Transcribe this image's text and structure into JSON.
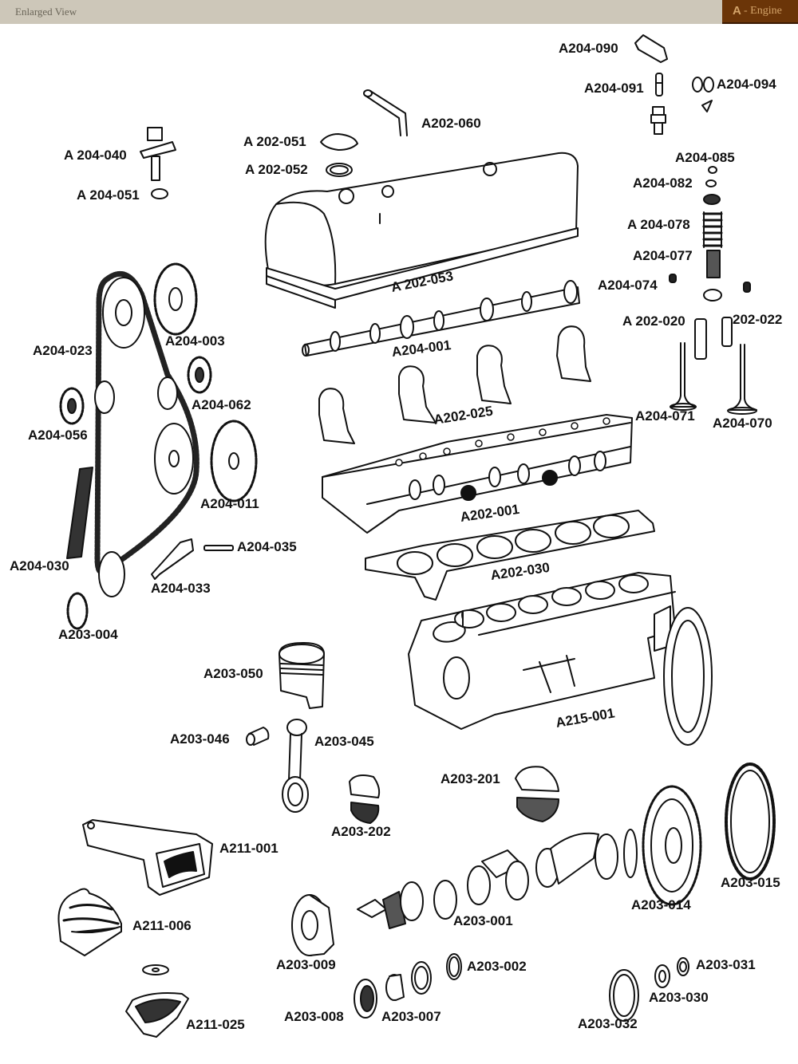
{
  "header": {
    "title": "Enlarged View",
    "section_letter": "A",
    "section_name": " - Engine"
  },
  "colors": {
    "header_bg": "#cdc7b9",
    "section_tab_bg": "#6b3508",
    "section_tab_text": "#d4a46a"
  },
  "parts": [
    {
      "id": "A204-090",
      "label": "A204-090",
      "name": "rocker-arm"
    },
    {
      "id": "A204-091",
      "label": "A204-091",
      "name": "rocker-pin"
    },
    {
      "id": "A204-094",
      "label": "A204-094",
      "name": "spring-clip"
    },
    {
      "id": "A204-085",
      "label": "A204-085",
      "name": "valve-keeper"
    },
    {
      "id": "A204-082",
      "label": "A204-082",
      "name": "spring-retainer"
    },
    {
      "id": "A204-078",
      "label": "A 204-078",
      "name": "outer-valve-spring"
    },
    {
      "id": "A204-077",
      "label": "A204-077",
      "name": "inner-valve-spring"
    },
    {
      "id": "A204-074",
      "label": "A204-074",
      "name": "valve-stem-seal"
    },
    {
      "id": "A202-020",
      "label": "A 202-020",
      "name": "valve-guide-intake"
    },
    {
      "id": "A202-022",
      "label": "202-022",
      "name": "valve-guide-exhaust"
    },
    {
      "id": "A204-071",
      "label": "A204-071",
      "name": "intake-valve"
    },
    {
      "id": "A204-070",
      "label": "A204-070",
      "name": "exhaust-valve"
    },
    {
      "id": "A202-060",
      "label": "A202-060",
      "name": "breather-pipe"
    },
    {
      "id": "A202-051",
      "label": "A 202-051",
      "name": "oil-filler-cap"
    },
    {
      "id": "A202-052",
      "label": "A 202-052",
      "name": "cap-seal"
    },
    {
      "id": "A202-053",
      "label": "A 202-053",
      "name": "valve-cover-gasket"
    },
    {
      "id": "A204-040",
      "label": "A 204-040",
      "name": "chain-tensioner"
    },
    {
      "id": "A204-051",
      "label": "A 204-051",
      "name": "tensioner-seal"
    },
    {
      "id": "A204-023",
      "label": "A204-023",
      "name": "timing-chain"
    },
    {
      "id": "A204-003",
      "label": "A204-003",
      "name": "camshaft-sprocket"
    },
    {
      "id": "A204-062",
      "label": "A204-062",
      "name": "idler-sprocket"
    },
    {
      "id": "A204-056",
      "label": "A204-056",
      "name": "guide-sprocket"
    },
    {
      "id": "A204-011",
      "label": "A204-011",
      "name": "intermediate-sprocket"
    },
    {
      "id": "A204-030",
      "label": "A204-030",
      "name": "chain-guide-rail"
    },
    {
      "id": "A204-035",
      "label": "A204-035",
      "name": "tensioner-pin"
    },
    {
      "id": "A204-033",
      "label": "A204-033",
      "name": "tensioner-lever"
    },
    {
      "id": "A203-004",
      "label": "A203-004",
      "name": "crankshaft-sprocket"
    },
    {
      "id": "A204-001",
      "label": "A204-001",
      "name": "camshaft"
    },
    {
      "id": "A202-025",
      "label": "A202-025",
      "name": "camshaft-bearing"
    },
    {
      "id": "A202-001",
      "label": "A202-001",
      "name": "cylinder-head"
    },
    {
      "id": "A202-030",
      "label": "A202-030",
      "name": "head-gasket"
    },
    {
      "id": "A215-001",
      "label": "A215-001",
      "name": "engine-block"
    },
    {
      "id": "A203-050",
      "label": "A203-050",
      "name": "piston"
    },
    {
      "id": "A203-046",
      "label": "A203-046",
      "name": "piston-pin-bushing"
    },
    {
      "id": "A203-045",
      "label": "A203-045",
      "name": "connecting-rod"
    },
    {
      "id": "A203-202",
      "label": "A203-202",
      "name": "rod-bearing"
    },
    {
      "id": "A203-201",
      "label": "A203-201",
      "name": "main-bearing"
    },
    {
      "id": "A211-001",
      "label": "A211-001",
      "name": "engine-mount-bracket"
    },
    {
      "id": "A211-006",
      "label": "A211-006",
      "name": "rubber-mount"
    },
    {
      "id": "A211-025",
      "label": "A211-025",
      "name": "mount-cup"
    },
    {
      "id": "A203-009",
      "label": "A203-009",
      "name": "vibration-damper"
    },
    {
      "id": "A203-001",
      "label": "A203-001",
      "name": "crankshaft"
    },
    {
      "id": "A203-014",
      "label": "A203-014",
      "name": "flywheel"
    },
    {
      "id": "A203-015",
      "label": "A203-015",
      "name": "ring-gear"
    },
    {
      "id": "A203-008",
      "label": "A203-008",
      "name": "front-seal"
    },
    {
      "id": "A203-007",
      "label": "A203-007",
      "name": "spacer"
    },
    {
      "id": "A203-002",
      "label": "A203-002",
      "name": "thrust-ring"
    },
    {
      "id": "A203-032",
      "label": "A203-032",
      "name": "rear-seal"
    },
    {
      "id": "A203-030",
      "label": "A203-030",
      "name": "pilot-bearing"
    },
    {
      "id": "A203-031",
      "label": "A203-031",
      "name": "retaining-ring"
    }
  ]
}
